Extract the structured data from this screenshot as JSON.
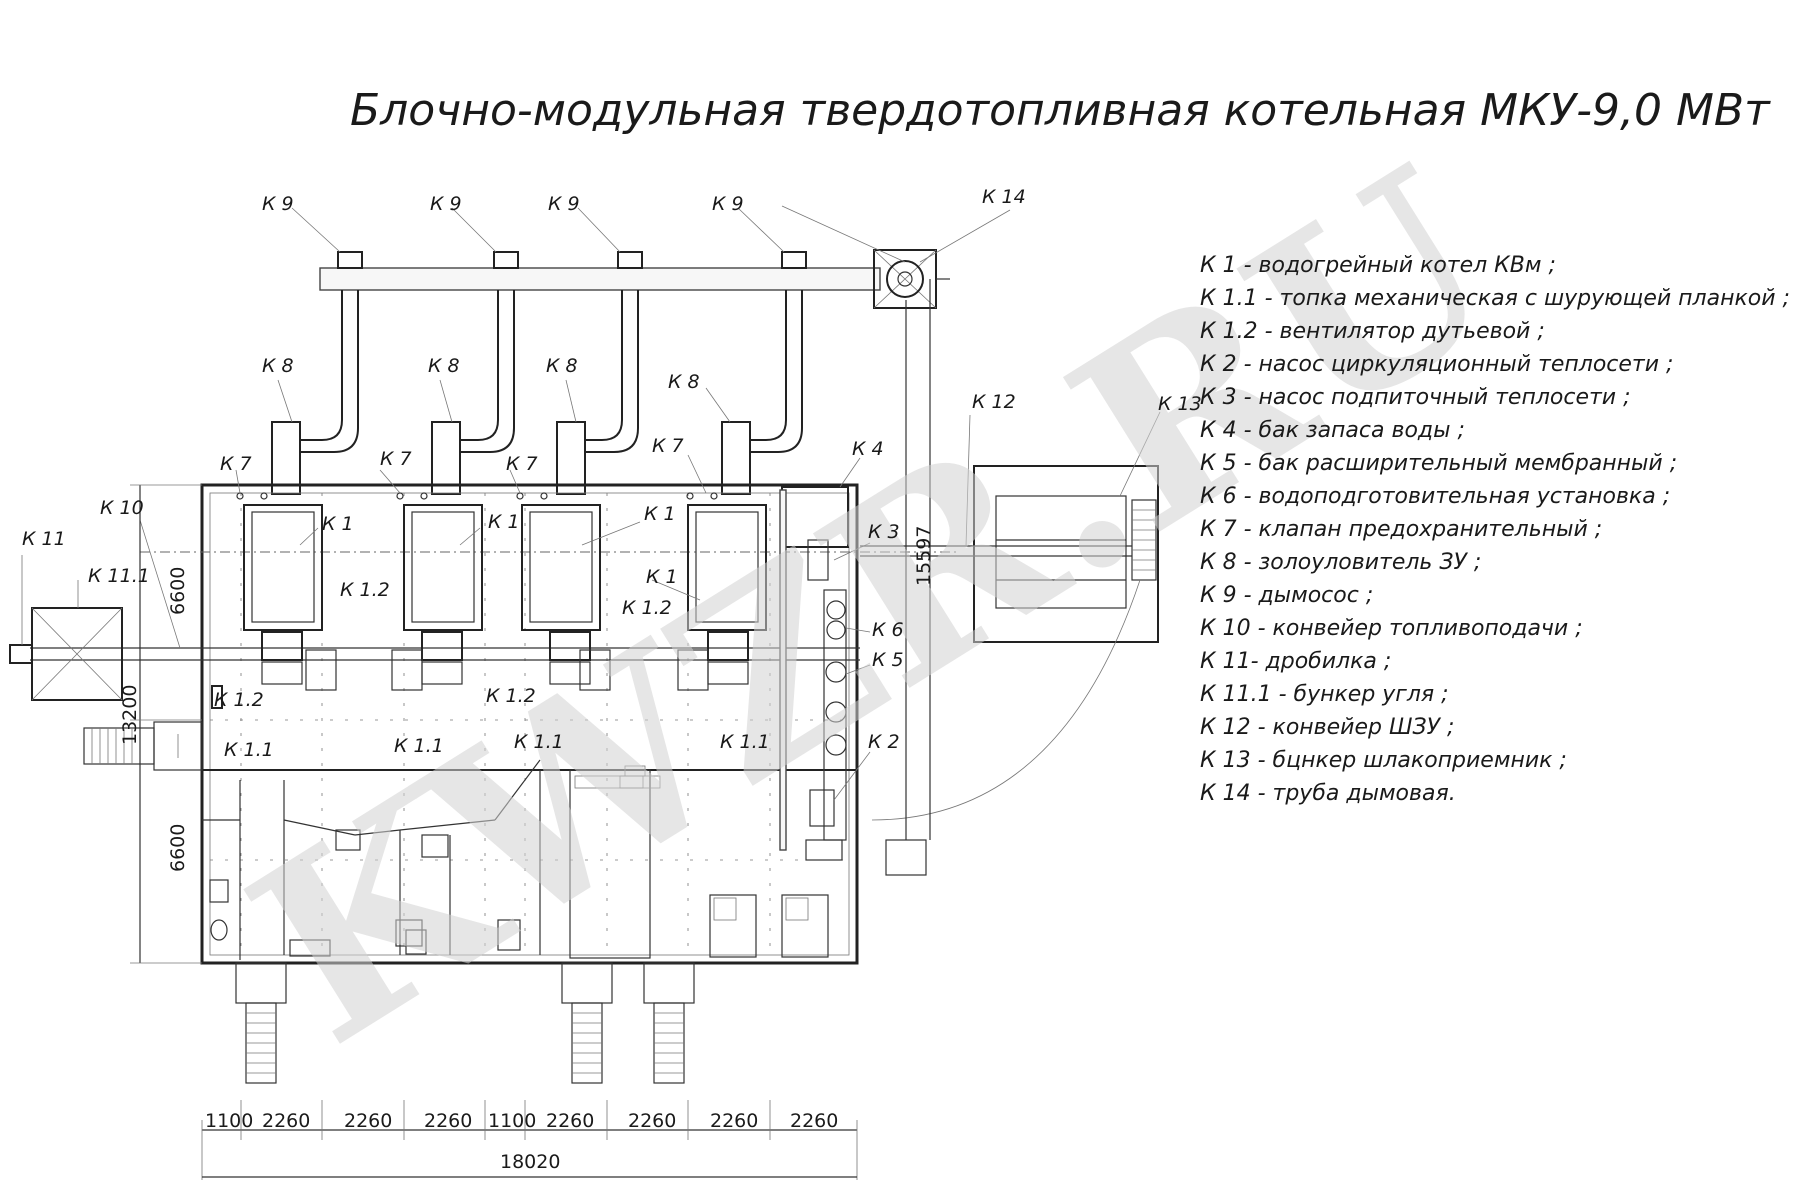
{
  "title": "Блочно-модульная твердотопливная котельная МКУ-9,0  МВт",
  "watermark": "KWZR.RU",
  "legend": [
    "К 1 -  водогрейный котел КВм ;",
    "К 1.1 -  топка механическая с шурующей планкой ;",
    "К 1.2 -  вентилятор дутьевой ;",
    "К 2 -  насос циркуляционный теплосети ;",
    "К 3 -  насос подпиточный теплосети ;",
    "К 4 -  бак запаса воды ;",
    "К 5 -  бак расширительный мембранный ;",
    "К 6 -  водоподготовительная установка ;",
    "К 7 -  клапан предохранительный ;",
    "К 8 -  золоуловитель ЗУ ;",
    "К 9 -  дымосос ;",
    "К 10 -  конвейер топливоподачи ;",
    "К 11-  дробилка ;",
    "К 11.1 -  бункер угля ;",
    "К 12 -  конвейер ШЗУ ;",
    "К 13 -  бцнкер шлакоприемник ;",
    "К 14 -  труба дымовая."
  ],
  "tags": {
    "k9": "К 9",
    "k8": "К 8",
    "k7": "К 7",
    "k1": "К 1",
    "k12t": "К 1.2",
    "k11t": "К 1.1",
    "k2": "К 2",
    "k3": "К 3",
    "k4": "К 4",
    "k5": "К 5",
    "k6": "К 6",
    "k10": "К 10",
    "k11": "К 11",
    "k111": "К 11.1",
    "k12": "К 12",
    "k13": "К 13",
    "k14": "К 14"
  },
  "dimensions": {
    "bottom": [
      "1100",
      "2260",
      "2260",
      "2260",
      "1100",
      "2260",
      "2260",
      "2260",
      "2260"
    ],
    "total_width": "18020",
    "left_upper": "6600",
    "left_lower": "6600",
    "left_total": "13200",
    "right_height": "15597"
  }
}
